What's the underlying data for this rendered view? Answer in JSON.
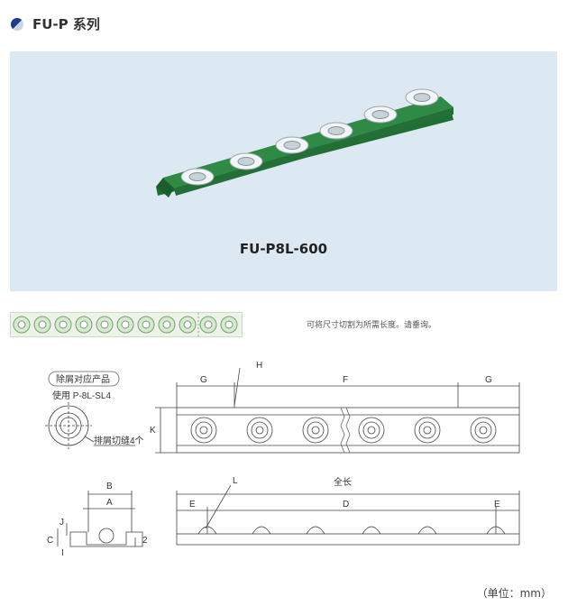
{
  "header": {
    "title": "FU-P 系列"
  },
  "photo": {
    "model_label": "FU-P8L-600",
    "rail_color": "#2e8a45"
  },
  "strip": {
    "units": 11
  },
  "note": {
    "text": "可将尺寸切割为所需长度。请垂询。"
  },
  "drawing": {
    "tag_text": "除屑对应产品",
    "use_text": "使用 P-8L-SL4",
    "slot_text": "排屑切缝4个",
    "labels": {
      "G": "G",
      "F": "F",
      "H": "H",
      "K": "K",
      "B": "B",
      "A": "A",
      "J": "J",
      "C": "C",
      "I": "I",
      "num2": "2",
      "L": "L",
      "E": "E",
      "D": "D",
      "total": "全长"
    }
  },
  "unit": {
    "text": "（单位：mm）"
  }
}
